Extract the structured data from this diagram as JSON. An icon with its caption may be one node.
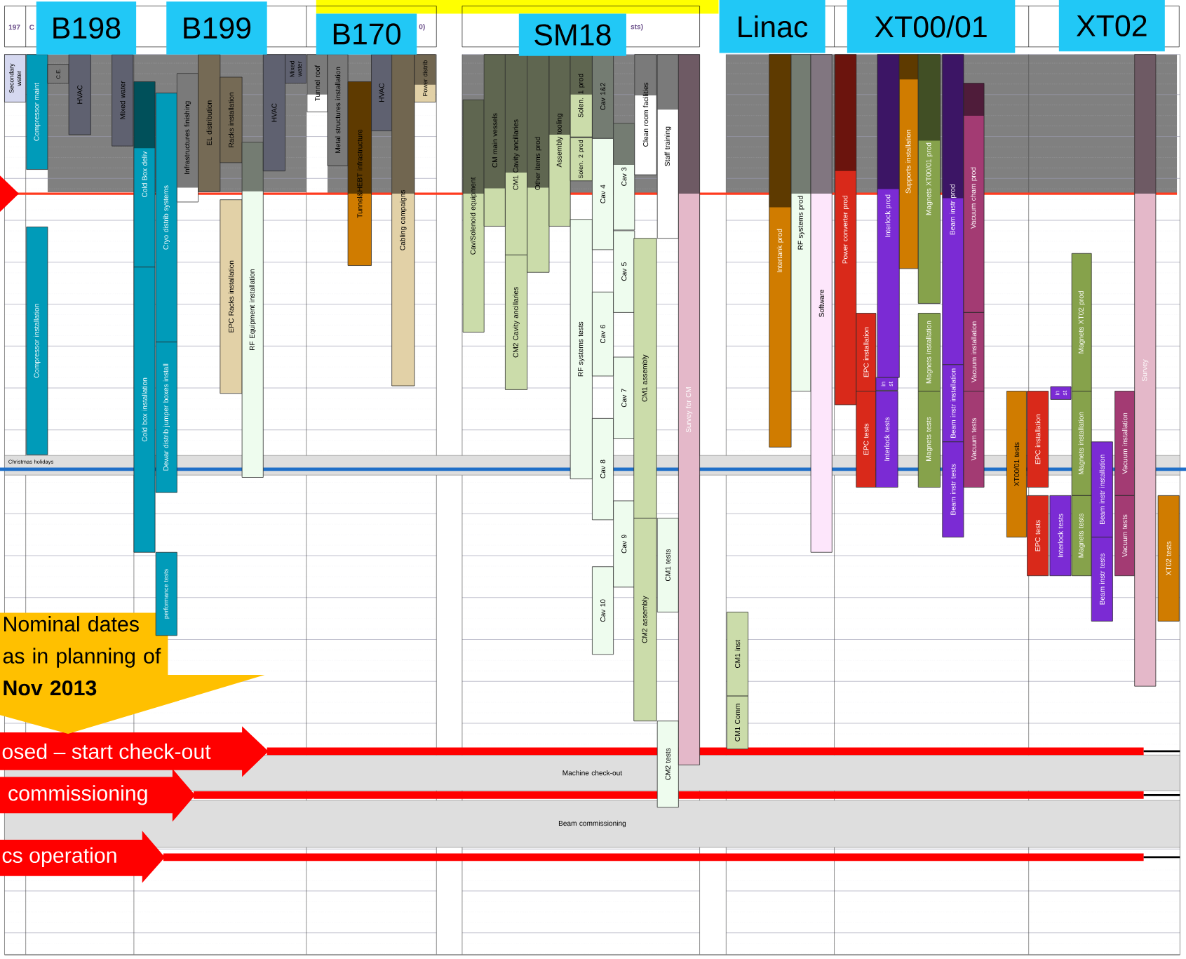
{
  "diagram": {
    "nodes": [
      {
        "text": [
          "B198"
        ]
      },
      {
        "text": [
          "B199"
        ]
      },
      {
        "text": [
          "B170"
        ]
      },
      {
        "text": [
          "SM18"
        ]
      },
      {
        "text": [
          "Linac"
        ]
      },
      {
        "text": [
          "XT00/01"
        ]
      },
      {
        "text": [
          "XT02"
        ]
      },
      {
        "text": [
          "Secondary water"
        ]
      },
      {
        "text": [
          "Compressor maint"
        ]
      },
      {
        "text": [
          "C.E."
        ]
      },
      {
        "text": [
          "HVAC"
        ]
      },
      {
        "text": [
          "Mixed water"
        ]
      },
      {
        "text": [
          "Compressor installation"
        ]
      },
      {
        "text": [
          "Cold Box deliv"
        ]
      },
      {
        "text": [
          "Cold box installation"
        ]
      },
      {
        "text": [
          "Cryo distrib systems"
        ]
      },
      {
        "text": [
          "Dewar distrib jumper boxes install"
        ]
      },
      {
        "text": [
          "performance tests"
        ]
      },
      {
        "text": [
          "Infrastructures finishing"
        ]
      },
      {
        "text": [
          "EL distribution"
        ]
      },
      {
        "text": [
          "Racks installation"
        ]
      },
      {
        "text": [
          "EPC Racks installation"
        ]
      },
      {
        "text": [
          "RF Equipment installation"
        ]
      },
      {
        "text": [
          "HVAC"
        ]
      },
      {
        "text": [
          "Mixed water"
        ]
      },
      {
        "text": [
          "Tunnel roof"
        ]
      },
      {
        "text": [
          "Metal structures installation"
        ]
      },
      {
        "text": [
          "Tunnel&HEBT infrastructure"
        ]
      },
      {
        "text": [
          "HVAC"
        ]
      },
      {
        "text": [
          "Cabling campaigns"
        ]
      },
      {
        "text": [
          "Power distrib"
        ]
      },
      {
        "text": [
          "Cav/Solenoid equipment"
        ]
      },
      {
        "text": [
          "CM main vessels"
        ]
      },
      {
        "text": [
          "CM1 Cavity ancillaries"
        ]
      },
      {
        "text": [
          "CM2 Cavity ancillaries"
        ]
      },
      {
        "text": [
          "Other items prod"
        ]
      },
      {
        "text": [
          "Assembly tooling"
        ]
      },
      {
        "text": [
          "Solen. 1 prod"
        ]
      },
      {
        "text": [
          "Solen. 2 prod"
        ]
      },
      {
        "text": [
          "RF systems tests"
        ]
      },
      {
        "text": [
          "Cav 1&2"
        ]
      },
      {
        "text": [
          "Cav 4"
        ]
      },
      {
        "text": [
          "Cav 6"
        ]
      },
      {
        "text": [
          "Cav 8"
        ]
      },
      {
        "text": [
          "Cav 10"
        ]
      },
      {
        "text": [
          "Cav 3"
        ]
      },
      {
        "text": [
          "Cav 5"
        ]
      },
      {
        "text": [
          "Cav 7"
        ]
      },
      {
        "text": [
          "Cav 9"
        ]
      },
      {
        "text": [
          "Clean room facilities"
        ]
      },
      {
        "text": [
          "CM1 assembly"
        ]
      },
      {
        "text": [
          "CM2 assembly"
        ]
      },
      {
        "text": [
          "Staff training"
        ]
      },
      {
        "text": [
          "CM1 tests"
        ]
      },
      {
        "text": [
          "CM2 tests"
        ]
      },
      {
        "text": [
          "Survey for CM"
        ]
      },
      {
        "text": [
          "CM1 inst"
        ]
      },
      {
        "text": [
          "CM1 Comm"
        ]
      },
      {
        "text": [
          "Intertank prod"
        ]
      },
      {
        "text": [
          "RF systems prod"
        ]
      },
      {
        "text": [
          "Software"
        ]
      },
      {
        "text": [
          "Power converter prod"
        ]
      },
      {
        "text": [
          "EPC installation"
        ]
      },
      {
        "text": [
          "EPC tests"
        ]
      },
      {
        "text": [
          "Interlock prod"
        ]
      },
      {
        "text": [
          "in st"
        ]
      },
      {
        "text": [
          "Interlock tests"
        ]
      },
      {
        "text": [
          "Supports installation"
        ]
      },
      {
        "text": [
          "Magnets XT00/01 prod"
        ]
      },
      {
        "text": [
          "Magnets installation"
        ]
      },
      {
        "text": [
          "Magnets tests"
        ]
      },
      {
        "text": [
          "Beam instr prod"
        ]
      },
      {
        "text": [
          "Beam instr installation"
        ]
      },
      {
        "text": [
          "Beam instr tests"
        ]
      },
      {
        "text": [
          "Vacuum cham prod"
        ]
      },
      {
        "text": [
          "Vacuum installation"
        ]
      },
      {
        "text": [
          "Vacuum tests"
        ]
      },
      {
        "text": [
          "XT00/01 tests"
        ]
      },
      {
        "text": [
          "EPC installation"
        ]
      },
      {
        "text": [
          "EPC tests"
        ]
      },
      {
        "text": [
          "in st"
        ]
      },
      {
        "text": [
          "Interlock tests"
        ]
      },
      {
        "text": [
          "Magnets XT02 prod"
        ]
      },
      {
        "text": [
          "Magnets installation"
        ]
      },
      {
        "text": [
          "Magnets tests"
        ]
      },
      {
        "text": [
          "Beam instr installation"
        ]
      },
      {
        "text": [
          "Beam instr tests"
        ]
      },
      {
        "text": [
          "Vacuum installation"
        ]
      },
      {
        "text": [
          "Vacuum tests"
        ]
      },
      {
        "text": [
          "Survey"
        ]
      },
      {
        "text": [
          "XT02 tests"
        ]
      },
      {
        "text": [
          "Christmas holidays"
        ]
      },
      {
        "text": [
          "Machine check-out"
        ]
      },
      {
        "text": [
          "Beam commissioning"
        ]
      },
      {
        "text": [
          "Nominal dates as in planning of **Nov 2013**"
        ]
      },
      {
        "text": [
          "osed – start check-out"
        ]
      },
      {
        "text": [
          "commissioning"
        ]
      },
      {
        "text": [
          "cs operation"
        ]
      }
    ],
    "labels": [
      "197",
      "C",
      "0)",
      "sts)"
    ]
  }
}
